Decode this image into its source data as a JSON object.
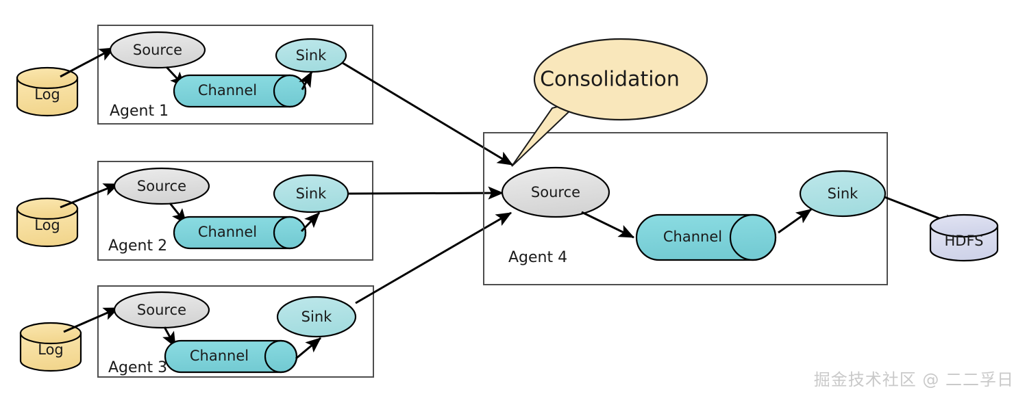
{
  "diagram": {
    "title_text_present": false,
    "colors": {
      "source_fill": "#e0e0e0",
      "channel_fill": "#7fd4dc",
      "sink_fill": "#aee1e5",
      "log_fill": "#f7dea0",
      "hdfs_fill": "#d8dbef",
      "callout_fill": "#f9e7bb",
      "box_stroke": "#4d4d4d",
      "edge_stroke": "#000000",
      "watermark": "#c9c9c9"
    },
    "sources": [
      {
        "id": "log1",
        "label": "Log"
      },
      {
        "id": "log2",
        "label": "Log"
      },
      {
        "id": "log3",
        "label": "Log"
      }
    ],
    "agents": [
      {
        "id": "agent1",
        "label": "Agent 1",
        "source_label": "Source",
        "channel_label": "Channel",
        "sink_label": "Sink"
      },
      {
        "id": "agent2",
        "label": "Agent 2",
        "source_label": "Source",
        "channel_label": "Channel",
        "sink_label": "Sink"
      },
      {
        "id": "agent3",
        "label": "Agent 3",
        "source_label": "Source",
        "channel_label": "Channel",
        "sink_label": "Sink"
      },
      {
        "id": "agent4",
        "label": "Agent 4",
        "source_label": "Source",
        "channel_label": "Channel",
        "sink_label": "Sink"
      }
    ],
    "callout": {
      "label": "Consolidation"
    },
    "sink_store": {
      "label": "HDFS"
    },
    "watermark": {
      "text": "掘金技术社区 @ 二二孚日"
    }
  }
}
